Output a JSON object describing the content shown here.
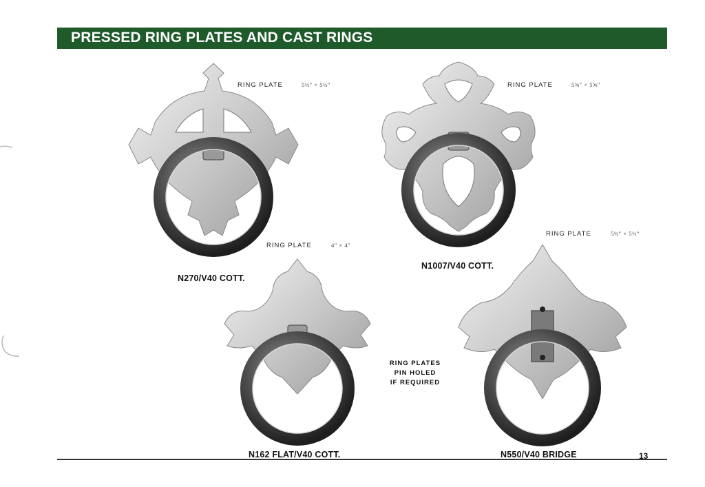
{
  "header": {
    "title": "PRESSED RING PLATES AND CAST RINGS",
    "color": "#1e5a2a"
  },
  "products": [
    {
      "code": "N270/V40 COTT.",
      "label": "RING PLATE",
      "size": "5½″ × 5½″"
    },
    {
      "code": "N1007/V40 COTT.",
      "label": "RING PLATE",
      "size": "5⅝″ × 5⅝″"
    },
    {
      "code": "N162 FLAT/V40 COTT.",
      "label": "RING PLATE",
      "size": "4″ × 4″"
    },
    {
      "code": "N550/V40 BRIDGE",
      "label": "RING PLATE",
      "size": "5½″ × 5½″"
    }
  ],
  "note": [
    "RING PLATES",
    "PIN HOLED",
    "IF REQUIRED"
  ],
  "page_number": "13"
}
